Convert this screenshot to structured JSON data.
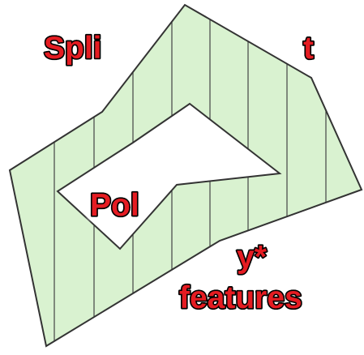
{
  "colors": {
    "polygon_fill": "#d9f2d0",
    "polygon_stroke": "#333333",
    "split_line": "#444444",
    "label_text": "#e51c23",
    "label_outline": "#000000",
    "label_glow": "#ffffff",
    "background": "#ffffff"
  },
  "labels": {
    "word1_part1": "Spli",
    "word1_part2": "t",
    "word2": "Pol",
    "word3": "y*",
    "word4": "features"
  }
}
